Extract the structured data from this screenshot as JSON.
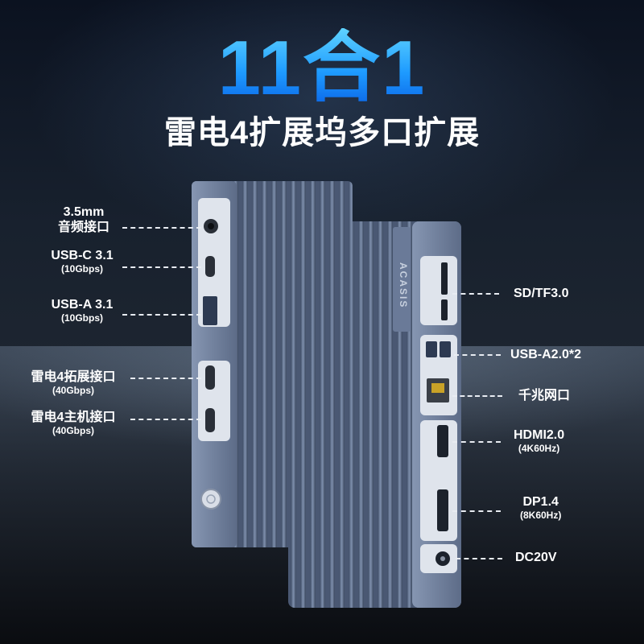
{
  "headline": "11合1",
  "subheadline": "雷电4扩展坞多口扩展",
  "brand": "ACASIS",
  "left_ports": [
    {
      "label": "3.5mm",
      "label2": "音频接口",
      "detail": ""
    },
    {
      "label": "USB-C 3.1",
      "label2": "",
      "detail": "(10Gbps)"
    },
    {
      "label": "USB-A 3.1",
      "label2": "",
      "detail": "(10Gbps)"
    },
    {
      "label": "雷电4拓展接口",
      "label2": "",
      "detail": "(40Gbps)"
    },
    {
      "label": "雷电4主机接口",
      "label2": "",
      "detail": "(40Gbps)"
    }
  ],
  "right_ports": [
    {
      "label": "SD/TF3.0",
      "detail": ""
    },
    {
      "label": "USB-A2.0*2",
      "detail": ""
    },
    {
      "label": "千兆网口",
      "detail": ""
    },
    {
      "label": "HDMI2.0",
      "detail": "(4K60Hz)"
    },
    {
      "label": "DP1.4",
      "detail": "(8K60Hz)"
    },
    {
      "label": "DC20V",
      "detail": ""
    }
  ],
  "colors": {
    "headline": "#1e9bff",
    "body_metal": "#5a6b86",
    "text": "#ffffff"
  }
}
